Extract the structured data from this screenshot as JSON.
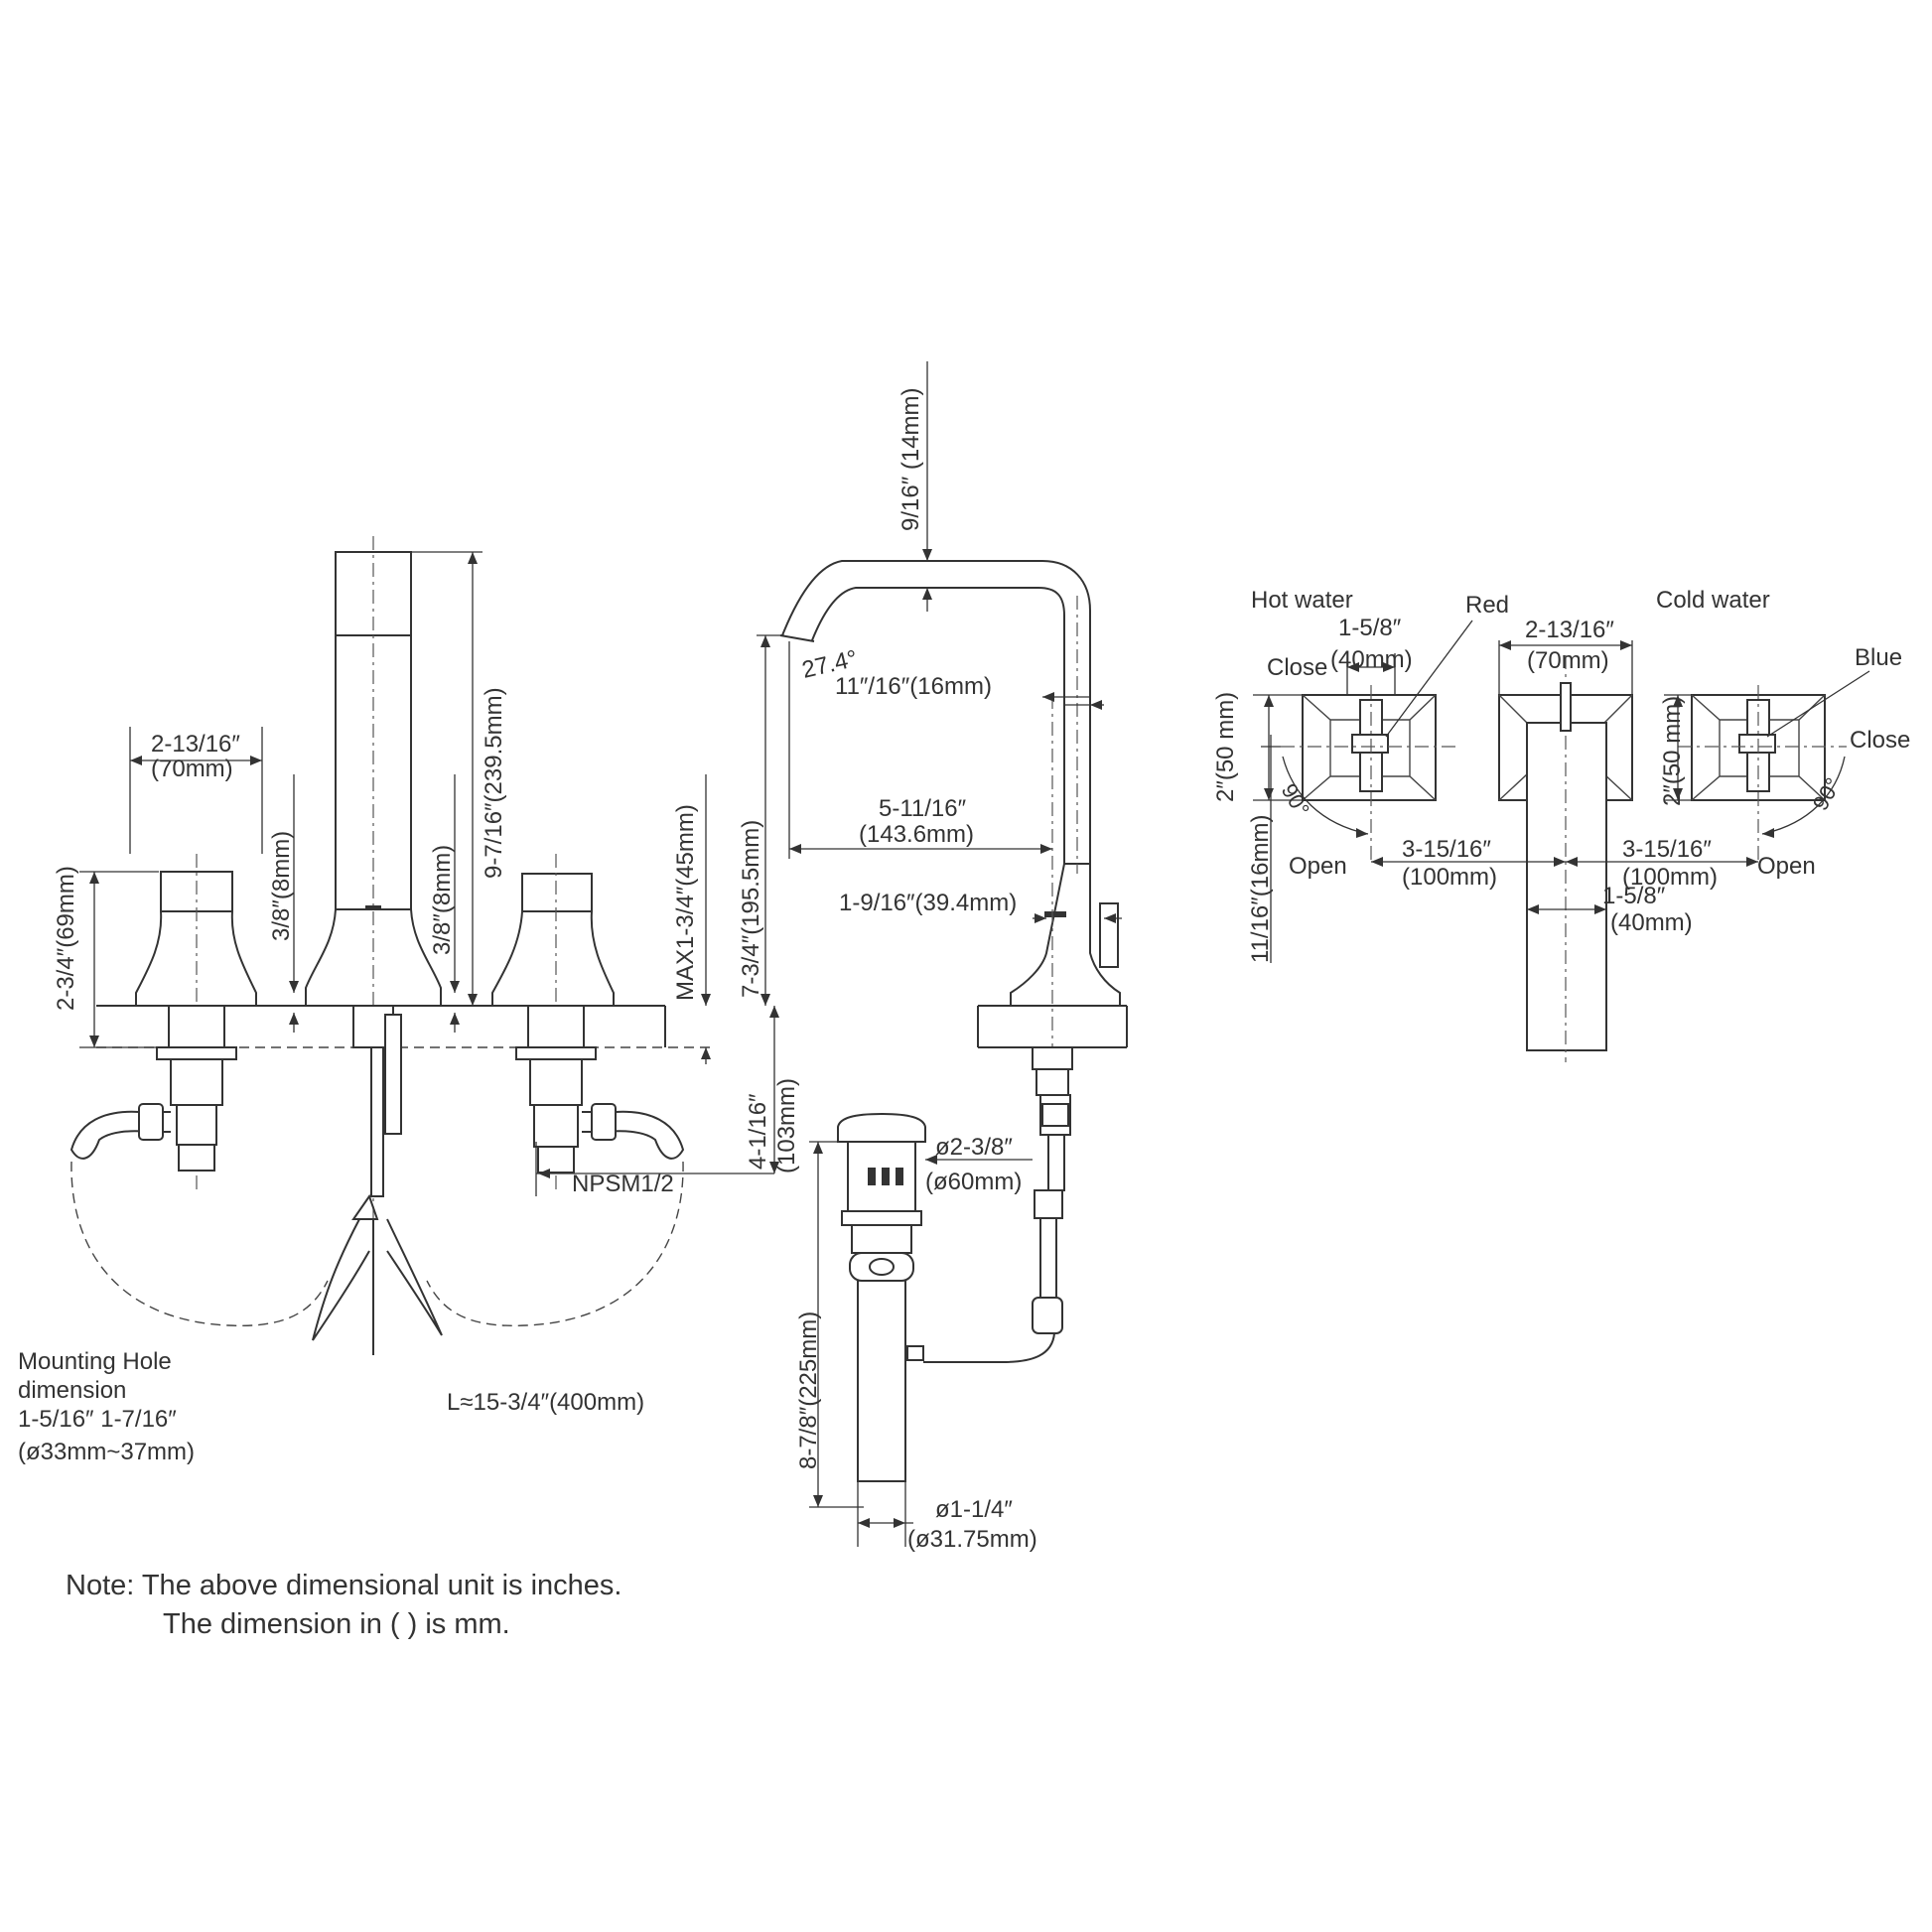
{
  "notes": {
    "line1": "Note: The above dimensional unit is inches.",
    "line2": "The dimension in ( ) is mm."
  },
  "mounting_hole": {
    "line1": "Mounting Hole",
    "line2": "dimension",
    "line3": "1-5/16″ 1-7/16″",
    "line4": "(ø33mm~37mm)"
  },
  "hose_length": "L≈15-3/4″(400mm)",
  "left_handle": {
    "width_in": "2-13/16″",
    "width_mm": "(70mm)",
    "height": "2-3/4″(69mm)",
    "deck": "3/8″(8mm)"
  },
  "spout_body": {
    "height": "9-7/16″(239.5mm)",
    "deck": "3/8″(8mm)"
  },
  "deck_thickness": "MAX1-3/4″(45mm)",
  "below_deck": {
    "in": "4-1/16″",
    "mm": "(103mm)"
  },
  "thread": "NPSM1/2",
  "spout": {
    "top": "9/16″ (14mm)",
    "angle": "27.4°",
    "neck": "11″/16″(16mm)",
    "height": "7-3/4″(195.5mm)",
    "reach_in": "5-11/16″",
    "reach_mm": "(143.6mm)",
    "base": "1-9/16″(39.4mm)"
  },
  "drain": {
    "cap_in": "ø2-3/8″",
    "cap_mm": "(ø60mm)",
    "length": "8-7/8″(225mm)",
    "pipe_in": "ø1-1/4″",
    "pipe_mm": "(ø31.75mm)"
  },
  "plan_view": {
    "hot_water": "Hot water",
    "cold_water": "Cold water",
    "red": "Red",
    "blue": "Blue",
    "close_left": "Close",
    "close_right": "Close",
    "open_left": "Open",
    "open_right": "Open",
    "angle_left": "90°",
    "angle_right": "90°",
    "handle_w_in": "1-5/8″",
    "handle_w_mm": "(40mm)",
    "spout_w_in": "2-13/16″",
    "spout_w_mm": "(70mm)",
    "handle_h_left": "2″(50 mm)",
    "handle_h_right": "2″(50 mm)",
    "offset": "11/16″(16mm)",
    "spacing_left_in": "3-15/16″",
    "spacing_left_mm": "(100mm)",
    "spacing_right_in": "3-15/16″",
    "spacing_right_mm": "(100mm)",
    "stem_in": "1-5/8″",
    "stem_mm": "(40mm)"
  }
}
